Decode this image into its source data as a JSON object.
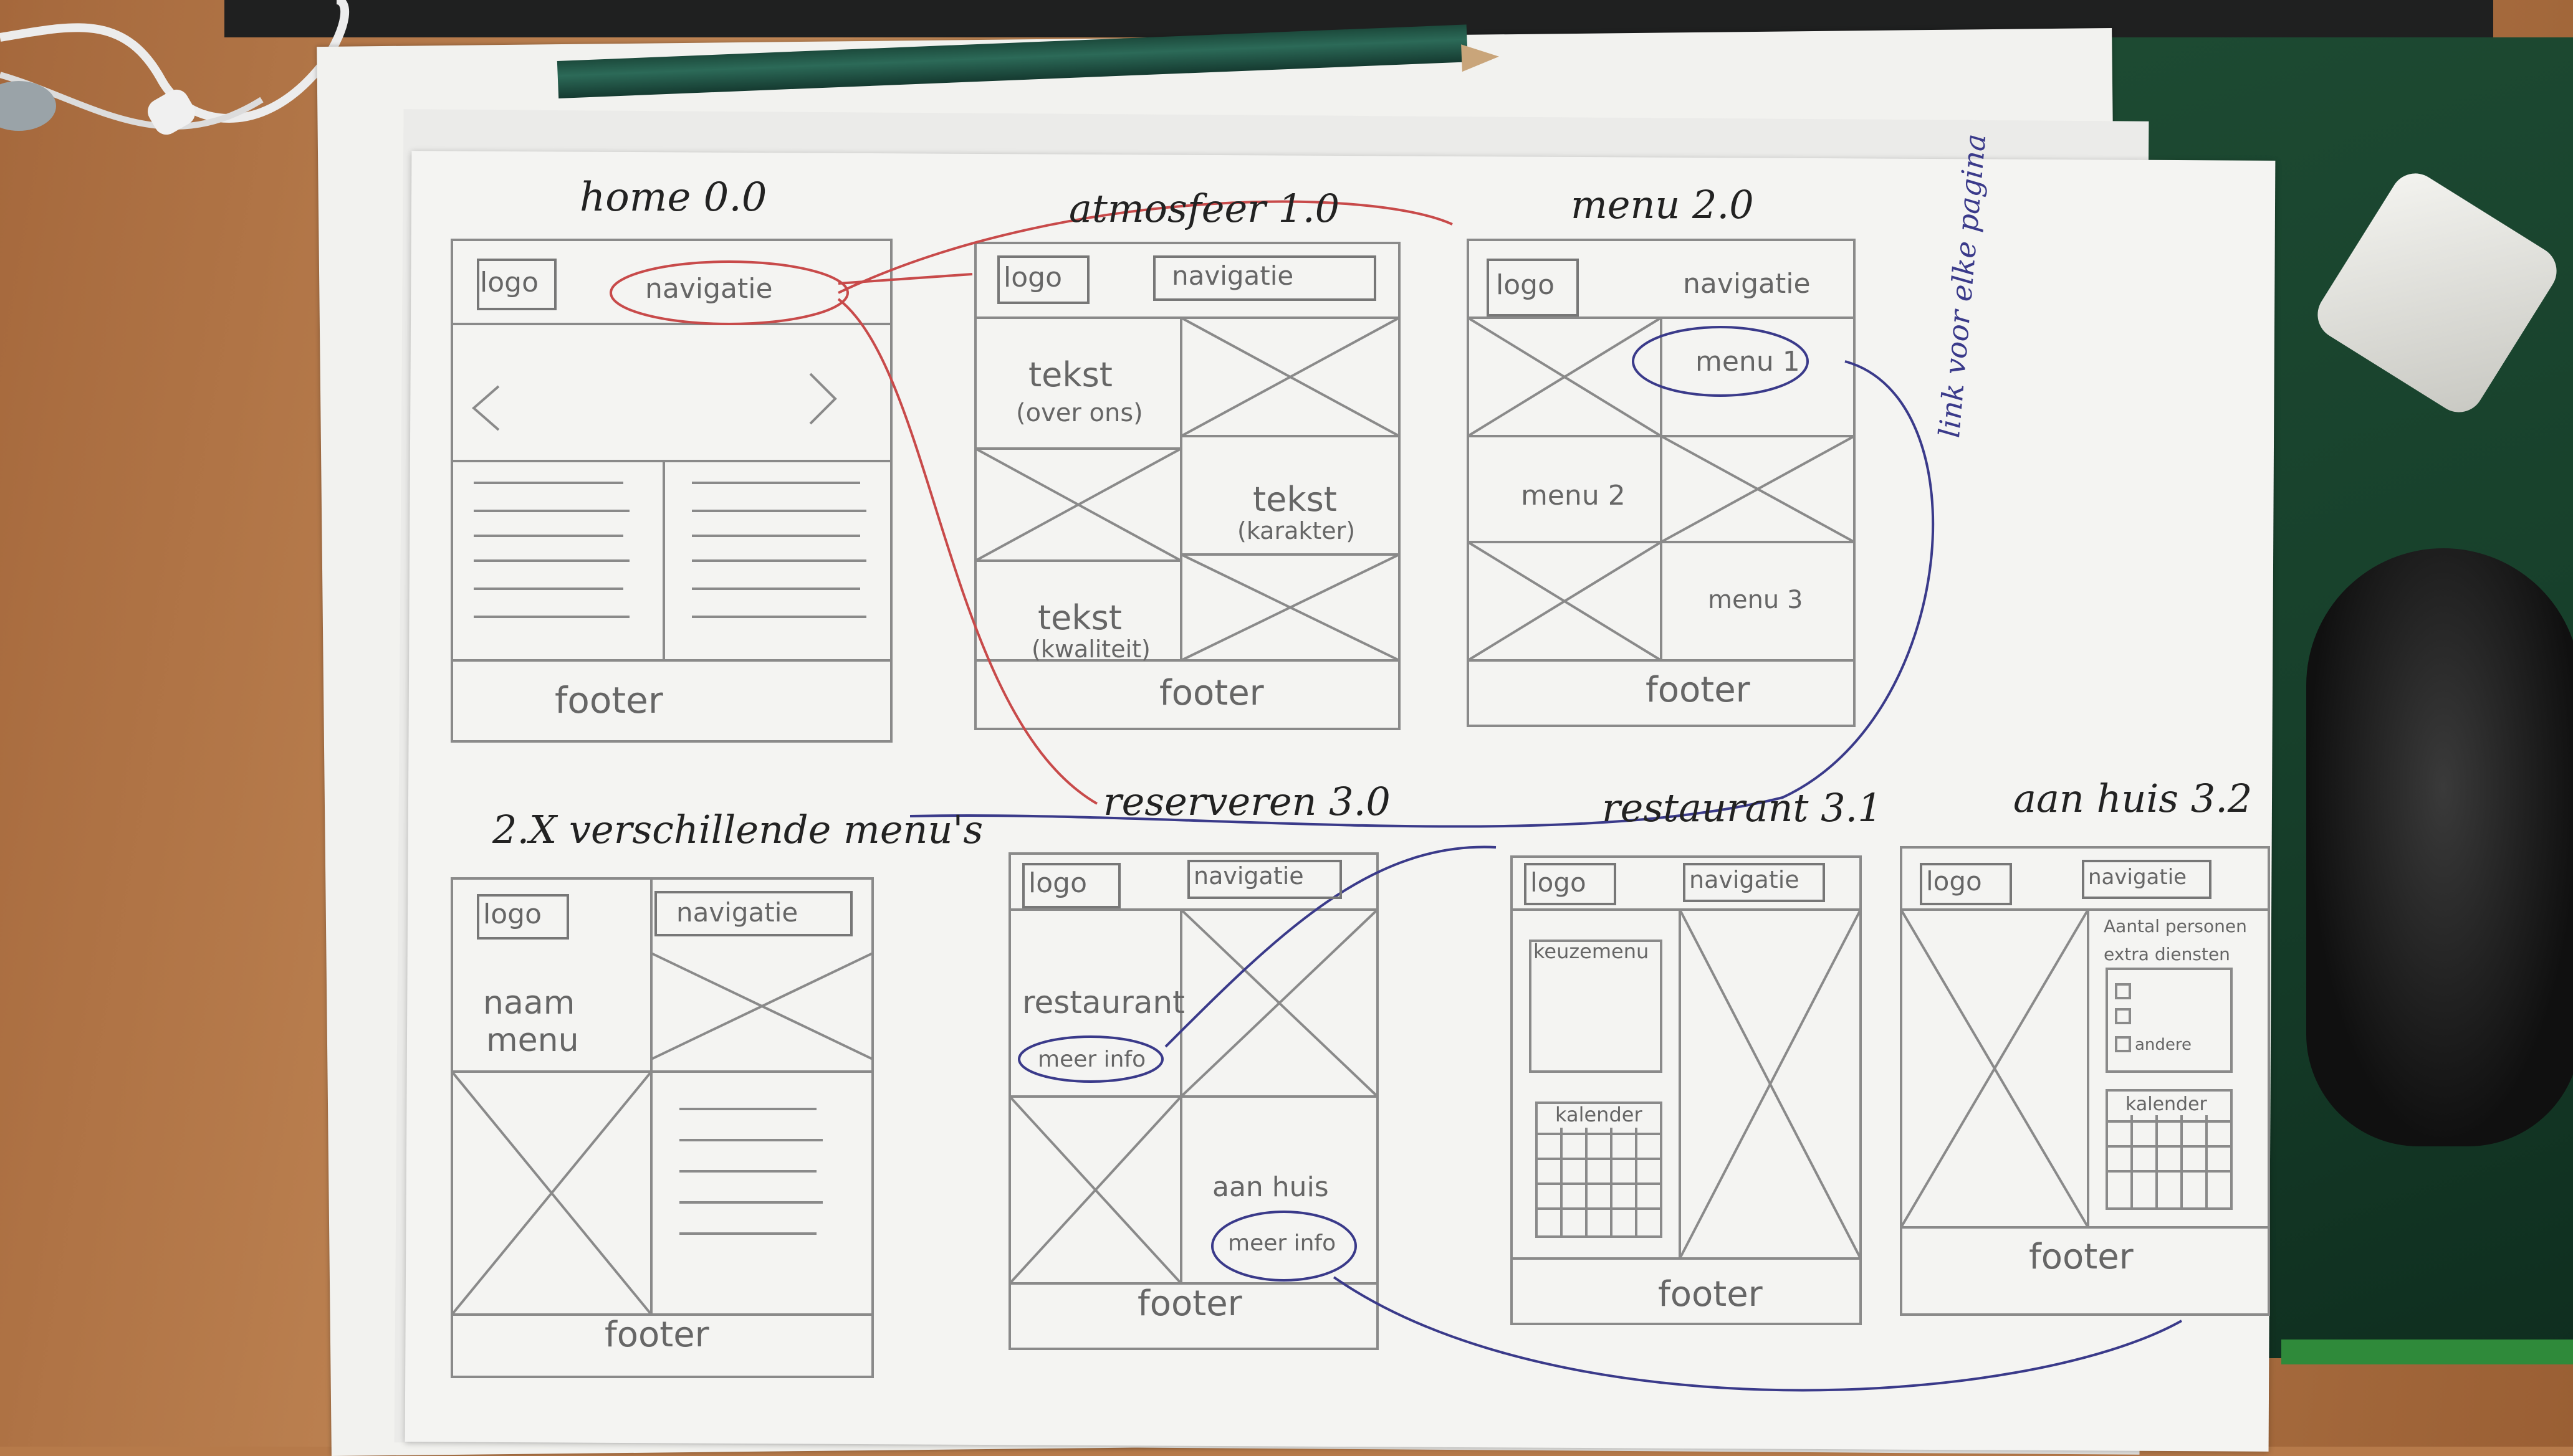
{
  "sketch": {
    "screens": [
      {
        "title": "home 0.0",
        "logo": "logo",
        "nav": "navigatie",
        "footer": "footer"
      },
      {
        "title": "atmosfeer 1.0",
        "logo": "logo",
        "nav": "navigatie",
        "text1": "tekst",
        "text1b": "(over ons)",
        "text2": "tekst",
        "text2b": "(karakter)",
        "text3": "tekst",
        "text3b": "(kwaliteit)",
        "footer": "footer"
      },
      {
        "title": "menu 2.0",
        "logo": "logo",
        "nav": "navigatie",
        "m1": "menu 1",
        "m2": "menu 2",
        "m3": "menu 3",
        "footer": "footer"
      },
      {
        "title": "2.X verschillende menu's",
        "logo": "logo",
        "nav": "navigatie",
        "naam": "naam",
        "menu": "menu",
        "footer": "footer"
      },
      {
        "title": "reserveren 3.0",
        "logo": "logo",
        "nav": "navigatie",
        "restaurant": "restaurant",
        "meer1": "meer info",
        "aanhuis": "aan huis",
        "meer2": "meer info",
        "footer": "footer"
      },
      {
        "title": "restaurant 3.1",
        "logo": "logo",
        "nav": "navigatie",
        "keuzemenu": "keuzemenu",
        "kalender": "kalender",
        "footer": "footer"
      },
      {
        "title": "aan huis 3.2",
        "logo": "logo",
        "nav": "navigatie",
        "aantal": "Aantal personen",
        "extra": "extra diensten",
        "andere": "andere",
        "kalender": "kalender",
        "footer": "footer"
      }
    ],
    "side_note": "link voor elke pagina"
  },
  "colors": {
    "pencil": "#888888",
    "red_line": "#c84a4a",
    "blue_line": "#3a3a8a"
  },
  "objects": [
    "pencil-icon",
    "eraser-icon",
    "computer-mouse-icon",
    "earphones-icon"
  ]
}
